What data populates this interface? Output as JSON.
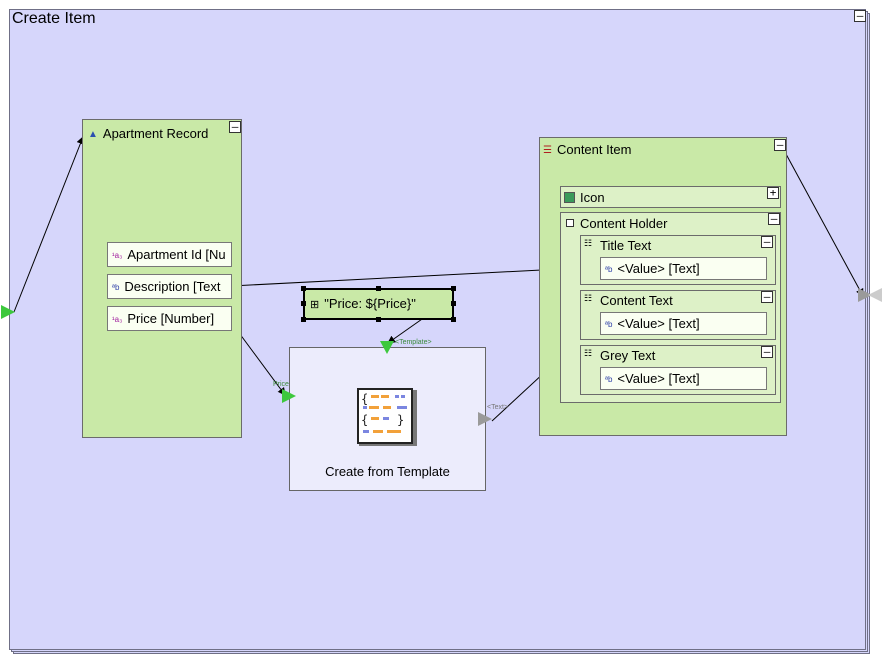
{
  "canvas": {
    "title": "Create Item",
    "collapse_symbol": "–"
  },
  "apartment_record": {
    "title": "Apartment Record",
    "collapse_symbol": "–",
    "fields": [
      {
        "label": "Apartment Id [Nu",
        "icon": "number-type-icon",
        "icon_text": "¹a₃"
      },
      {
        "label": "Description [Text",
        "icon": "text-type-icon",
        "icon_text": "ªb"
      },
      {
        "label": "Price [Number]",
        "icon": "number-type-icon",
        "icon_text": "¹a₃"
      }
    ]
  },
  "expression_node": {
    "label": "\"Price: ${Price}\""
  },
  "template_node": {
    "title": "Create from Template",
    "input_label": "Price",
    "template_label": "<Template>",
    "output_label": "<Text>"
  },
  "content_item": {
    "title": "Content Item",
    "collapse_symbol": "–",
    "icon_row": {
      "label": "Icon",
      "expand_symbol": "+"
    },
    "holder": {
      "title": "Content Holder",
      "collapse_symbol": "–",
      "sections": [
        {
          "title": "Title Text",
          "value": "<Value> [Text]"
        },
        {
          "title": "Content Text",
          "value": "<Value> [Text]"
        },
        {
          "title": "Grey Text",
          "value": "<Value> [Text]"
        }
      ]
    }
  },
  "colors": {
    "canvas": "#d6d6fb",
    "node": "#c9e9a7",
    "port_active": "#3dc83d",
    "port_inactive": "#9a9a9a"
  }
}
